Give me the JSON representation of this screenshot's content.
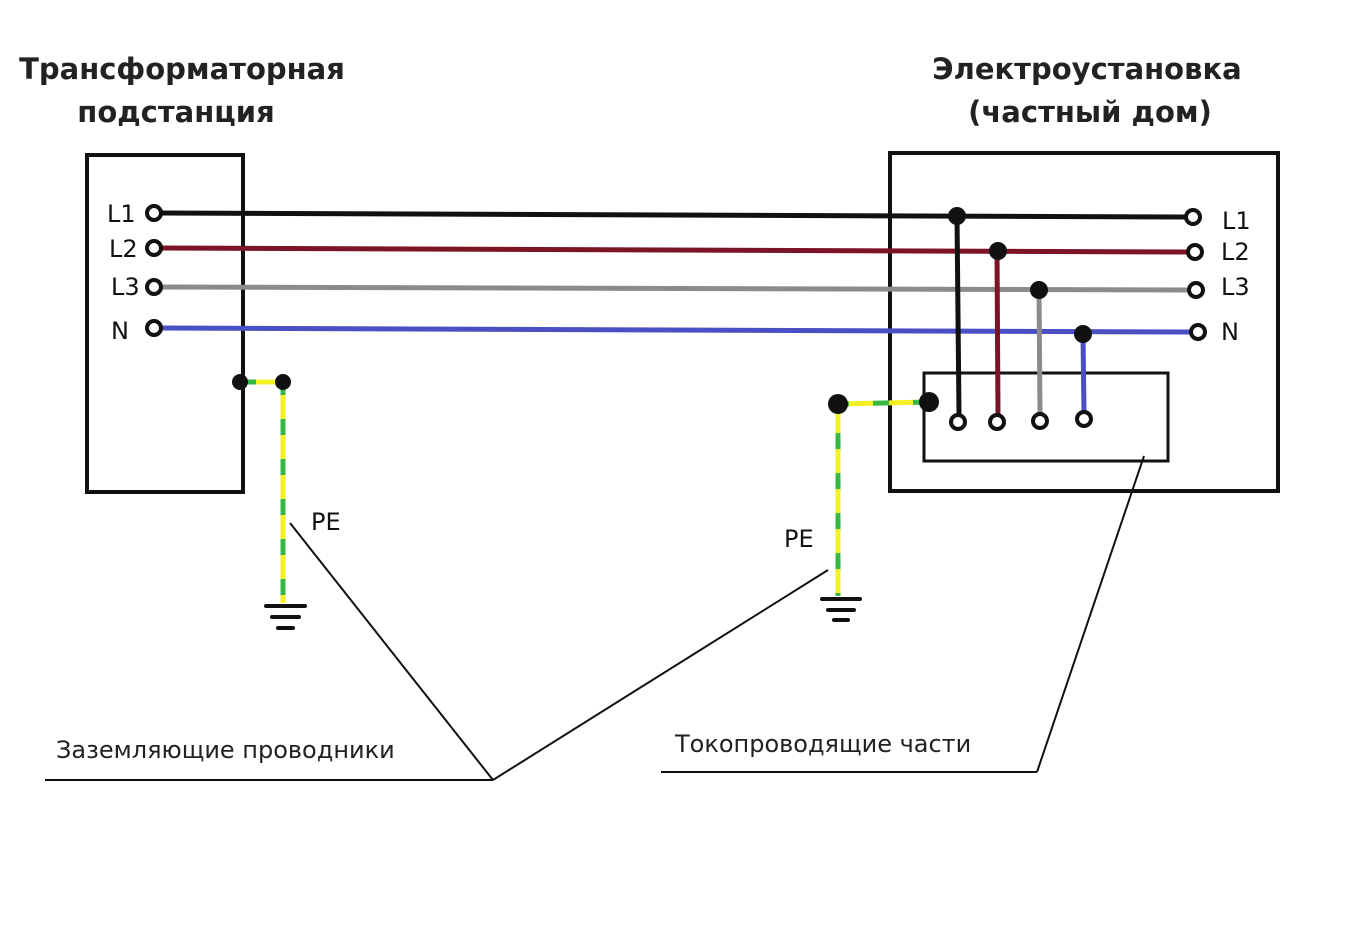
{
  "titles": {
    "substation_line1": "Трансформаторная",
    "substation_line2": "подстанция",
    "installation_line1": "Электроустановка",
    "installation_line2": "(частный дом)"
  },
  "terminals_left": {
    "l1": "L1",
    "l2": "L2",
    "l3": "L3",
    "n": "N"
  },
  "terminals_right": {
    "l1": "L1",
    "l2": "L2",
    "l3": "L3",
    "n": "N"
  },
  "pe": {
    "left": "PE",
    "right": "PE"
  },
  "captions": {
    "grounding": "Заземляющие проводники",
    "conductive": "Токопроводящие части"
  },
  "colors": {
    "l1": "#111111",
    "l2": "#7b1424",
    "l3": "#8f8a8a",
    "n": "#4a4fc4",
    "pe_yellow": "#f4ee24",
    "pe_green": "#36b848",
    "outline": "#111111"
  }
}
